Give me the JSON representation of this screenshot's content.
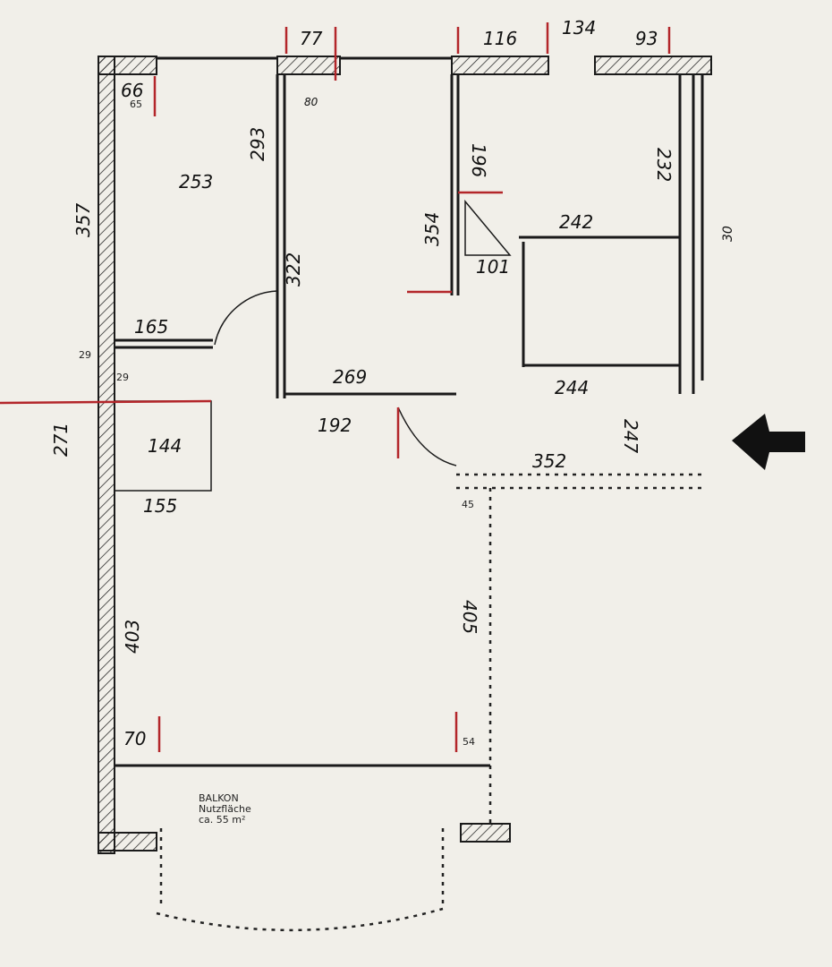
{
  "plan": {
    "balcony_label": [
      "BALKON",
      "Nutzfläche",
      "ca. 55 m²"
    ],
    "dimensions": {
      "top_77": "77",
      "top_116": "116",
      "top_134": "134",
      "top_93": "93",
      "d66": "66",
      "d65": "65",
      "d293": "293",
      "d253": "253",
      "d357": "357",
      "d354": "354",
      "d196": "196",
      "d232": "232",
      "d242": "242",
      "d101": "101",
      "d165": "165",
      "d322": "322",
      "d29a": "29",
      "d29b": "29",
      "d269": "269",
      "d271": "271",
      "d144": "144",
      "d192": "192",
      "d352": "352",
      "d244": "244",
      "d247": "247",
      "d155": "155",
      "d403": "403",
      "d405": "405",
      "d45": "45",
      "d70": "70",
      "d54": "54",
      "d30": "30",
      "d80": "80"
    },
    "entrance_arrow": "arrow-left-icon"
  },
  "colors": {
    "paper": "#f1efe9",
    "ink": "#1a1a1a",
    "red_marker": "#b3262a"
  }
}
